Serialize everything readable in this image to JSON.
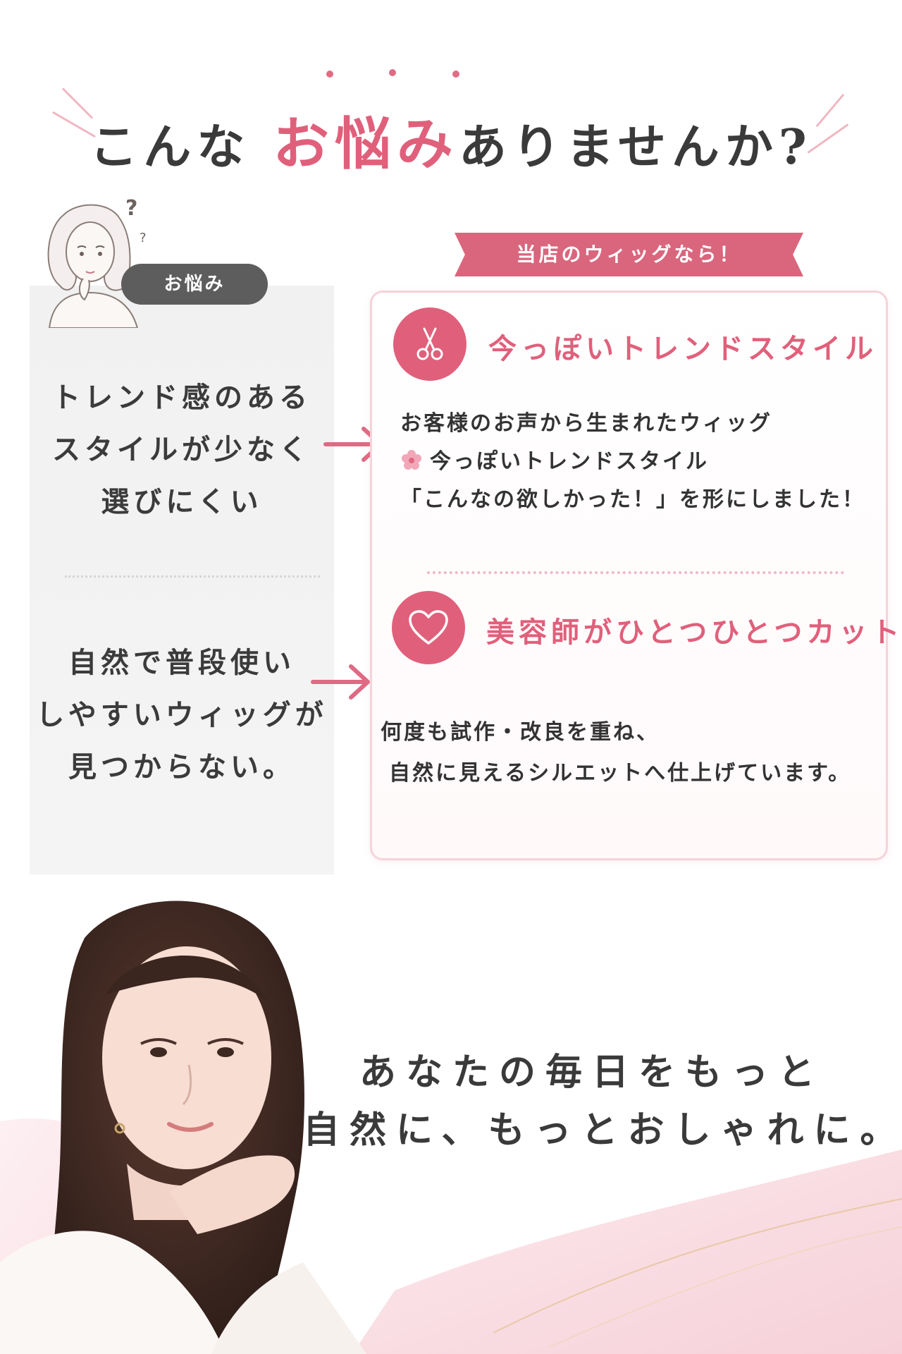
{
  "headline": {
    "prefix": "こんな",
    "accent": "お悩み",
    "suffix": "ありませんか?"
  },
  "worries": {
    "badge": "お悩み",
    "items": [
      {
        "lines": [
          "トレンド感のある",
          "スタイルが少なく",
          "選びにくい"
        ]
      },
      {
        "lines": [
          "自然で普段使い",
          "しやすいウィッグが",
          "見つからない。"
        ]
      }
    ]
  },
  "solution": {
    "ribbon": "当店のウィッグなら！",
    "features": [
      {
        "icon": "scissors-icon",
        "title": "今っぽいトレンドスタイル",
        "lines": [
          "お客様のお声から生まれたウィッグ",
          "今っぽいトレンドスタイル",
          "「こんなの欲しかった！」を形にしました！"
        ],
        "line_icon": "sakura-icon"
      },
      {
        "icon": "heart-icon",
        "title": "美容師がひとつひとつカット",
        "lines": [
          "何度も試作・改良を重ね、",
          "自然に見えるシルエットへ仕上げています。"
        ]
      }
    ]
  },
  "tagline": {
    "line1": "あなたの毎日をもっと",
    "line2": "自然に、もっとおしゃれに。"
  },
  "colors": {
    "accent_pink": "#e0607b",
    "ribbon_pink": "#d9667d",
    "badge_gray": "#5d5d5d",
    "panel_gray": "#f2f2f2"
  }
}
